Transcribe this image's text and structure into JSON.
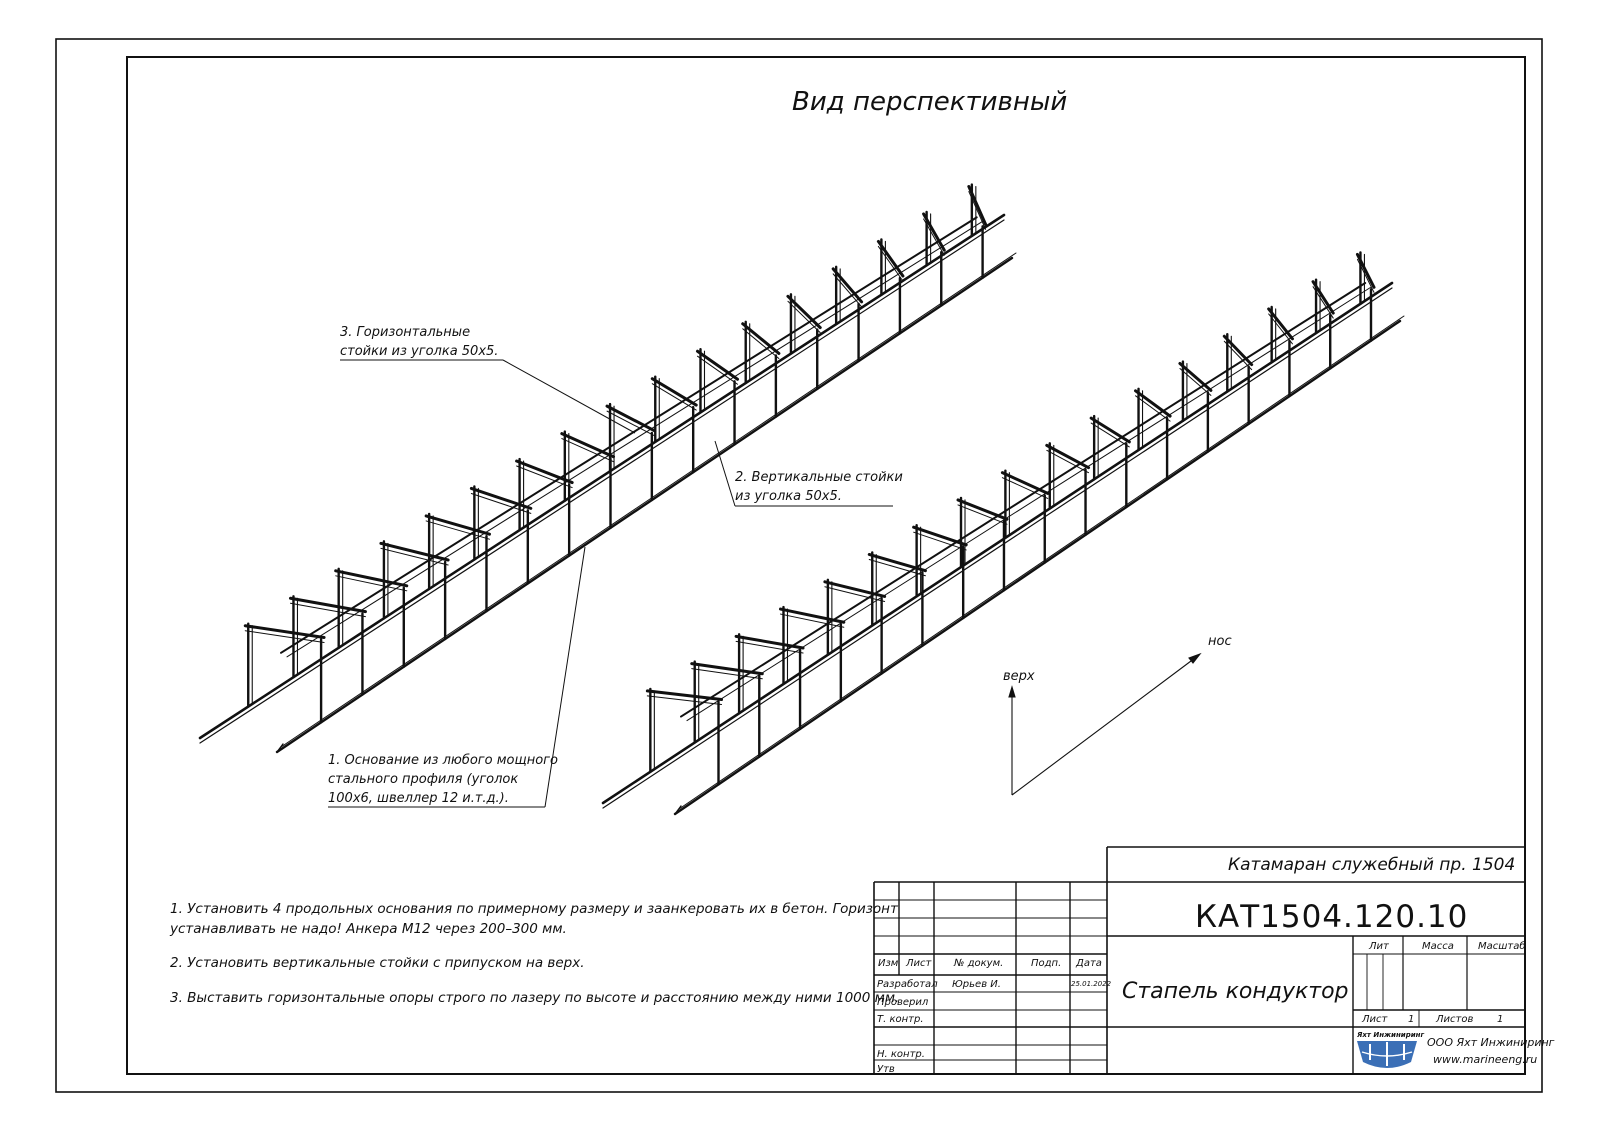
{
  "view_title": "Вид перспективный",
  "callouts": {
    "horizontal": [
      "3. Горизонтальные",
      "стойки из уголка 50х5."
    ],
    "vertical": [
      "2. Вертикальные стойки",
      "из уголка 50х5."
    ],
    "base": [
      "1. Основание из любого мощного",
      "стального профиля (уголок",
      "100х6, швеллер 12 и.т.д.)."
    ]
  },
  "axes": {
    "up": "верх",
    "bow": "нос"
  },
  "notes": [
    "1. Установить 4 продольных основания по примерному размеру и заанкеровать их в бетон. Горизонт",
    "устанавливать не надо! Анкера М12 через 200–300 мм.",
    "2. Установить вертикальные стойки с припуском на верх.",
    "3. Выставить горизонтальные опоры строго по лазеру по высоте и расстоянию между ними 1000 мм."
  ],
  "title_block": {
    "project": "Катамаран служебный пр. 1504",
    "code": "КАТ1504.120.10",
    "name": "Стапель кондуктор",
    "headers": {
      "izm": "Изм",
      "list": "Лист",
      "doc": "№ докум.",
      "sign": "Подп.",
      "date": "Дата"
    },
    "rows": {
      "developed": "Разработал",
      "checked": "Проверил",
      "tech": "Т. контр.",
      "norm": "Н. контр.",
      "approved": "Утв"
    },
    "author": "Юрьев И.",
    "date": "25.01.2022",
    "lit": "Лит",
    "mass": "Масса",
    "scale": "Масштаб",
    "sheet_label": "Лист",
    "sheet_value": "1",
    "sheets_label": "Листов",
    "sheets_value": "1",
    "logo_text": "Яхт Инжиниринг",
    "org_name": "ООО Яхт Инжиниринг",
    "org_site": "www.marineeng.ru"
  },
  "colors": {
    "line": "#111111",
    "logo": "#3b6fb6"
  }
}
